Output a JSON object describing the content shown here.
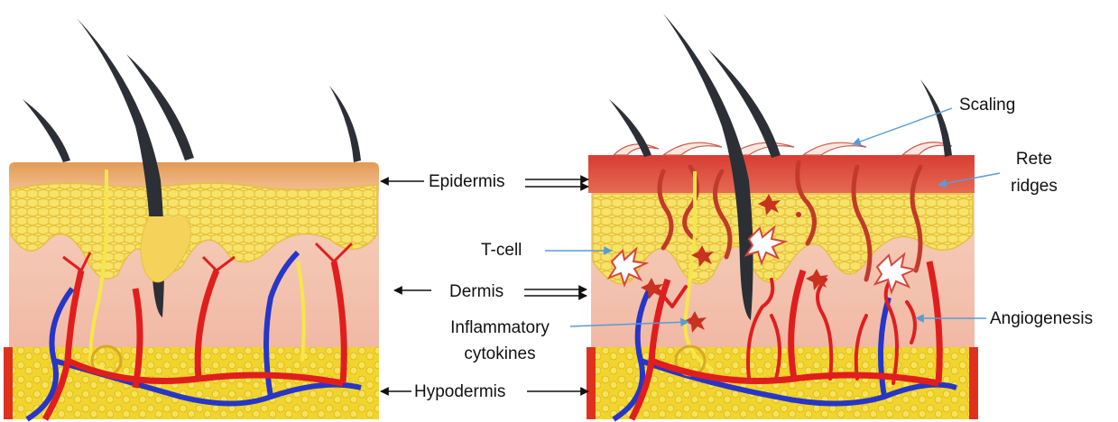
{
  "labels": {
    "epidermis": "Epidermis",
    "dermis": "Dermis",
    "hypodermis": "Hypodermis",
    "tcell": "T-cell",
    "inflammatory_line1": "Inflammatory",
    "inflammatory_line2": "cytokines",
    "scaling": "Scaling",
    "rete_line1": "Rete",
    "rete_line2": "ridges",
    "angiogenesis": "Angiogenesis"
  },
  "colors": {
    "epidermis_top": "#e8a063",
    "dermis": "#f4c7b3",
    "epidermal_cells": "#f7e36a",
    "hypodermis_fat": "#f2d52c",
    "artery": "#e01e1e",
    "vein": "#2636c8",
    "nerve": "#f5e74a",
    "hair": "#2c2f36",
    "psoriatic_epidermis": "#d8453b",
    "pointer_line": "#5b9bd5",
    "tcell_fill": "#ffffff",
    "tcell_stroke": "#d8453b",
    "cytokine": "#c8321e"
  },
  "icons": {
    "left_arrow": "arrow-left",
    "right_arrow": "arrow-right",
    "tcell_shape": "starburst",
    "cytokine_shape": "star"
  }
}
